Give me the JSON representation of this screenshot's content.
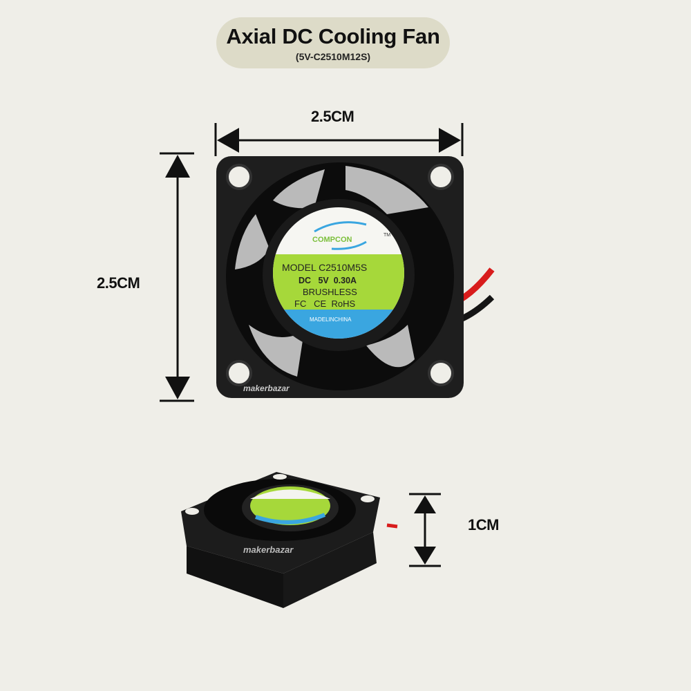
{
  "header": {
    "title": "Axial DC Cooling Fan",
    "subtitle": "(5V-C2510M12S)"
  },
  "dimensions": {
    "width": "2.5CM",
    "height": "2.5CM",
    "depth": "1CM"
  },
  "fan_label": {
    "brand": "COMPCON",
    "trademark": "TM",
    "model": "MODEL C2510M5S",
    "rating": "DC   5V  0.30A",
    "type": "BRUSHLESS",
    "certs": "FC   CE  RoHS",
    "origin": "MADELINCHINA"
  },
  "watermark": "makerbazar",
  "colors": {
    "background": "#efeee8",
    "title_pill": "#dddbc8",
    "fan_body": "#1c1c1c",
    "label_green": "#a6d83a",
    "label_blue": "#3aa6e0",
    "wire_red": "#d81c1c"
  }
}
